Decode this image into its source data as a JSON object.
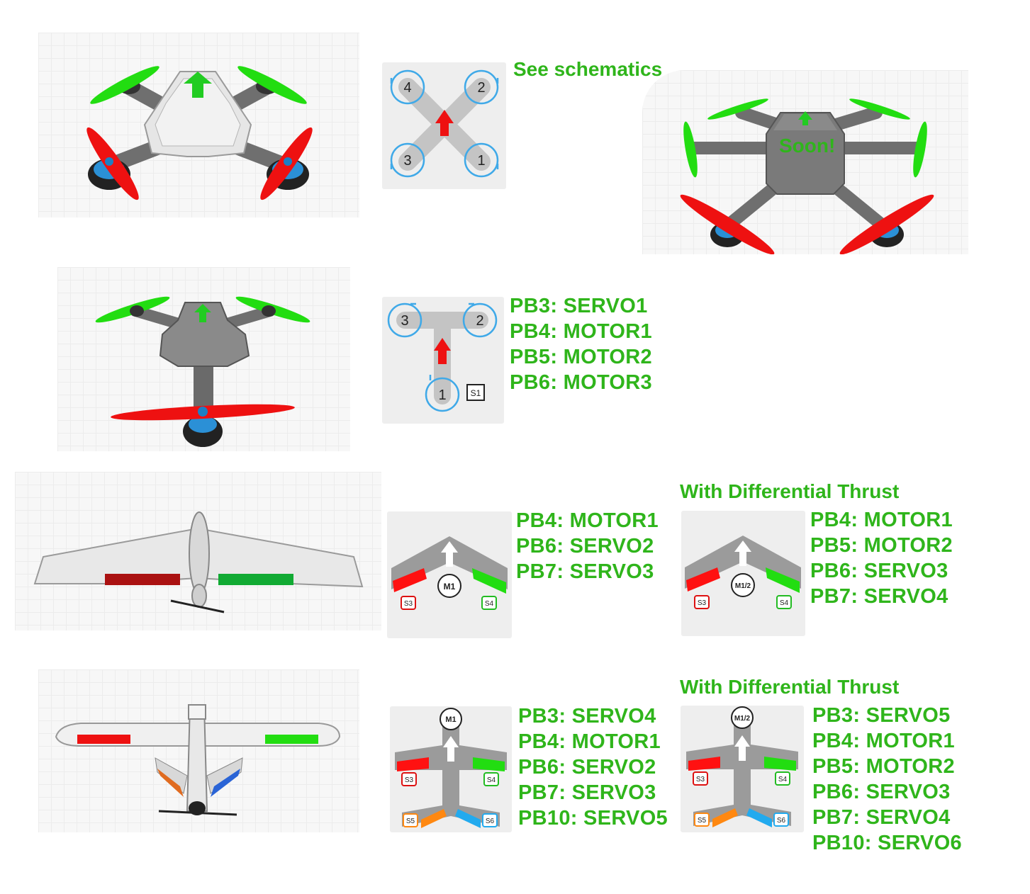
{
  "colors": {
    "accent_green": "#2fb51b",
    "prop_red": "#ee1111",
    "prop_green": "#22dd11",
    "motor_ring": "#3fa9e8"
  },
  "quad": {
    "note": "See schematics",
    "motor_labels": [
      "4",
      "2",
      "3",
      "1"
    ]
  },
  "hex": {
    "overlay": "Soon!"
  },
  "tri": {
    "motor_labels": [
      "3",
      "2",
      "1"
    ],
    "servo_label": "S1",
    "pins": [
      "PB3: SERVO1",
      "PB4: MOTOR1",
      "PB5: MOTOR2",
      "PB6: MOTOR3"
    ]
  },
  "wing": {
    "motor_label": "M1",
    "servo_left": "S3",
    "servo_right": "S4",
    "pins": [
      "PB4: MOTOR1",
      "PB6: SERVO2",
      "PB7: SERVO3"
    ],
    "diff_title": "With Differential Thrust",
    "diff_motor_label": "M1/2",
    "diff_pins": [
      "PB4: MOTOR1",
      "PB5: MOTOR2",
      "PB6: SERVO3",
      "PB7: SERVO4"
    ]
  },
  "plane": {
    "motor_label": "M1",
    "servo_labels": [
      "S3",
      "S4",
      "S5",
      "S6"
    ],
    "pins": [
      "PB3: SERVO4",
      "PB4: MOTOR1",
      "PB6: SERVO2",
      "PB7: SERVO3",
      "PB10: SERVO5"
    ],
    "diff_title": "With Differential Thrust",
    "diff_motor_label": "M1/2",
    "diff_pins": [
      "PB3: SERVO5",
      "PB4: MOTOR1",
      "PB5: MOTOR2",
      "PB6: SERVO3",
      "PB7: SERVO4",
      "PB10: SERVO6"
    ]
  }
}
